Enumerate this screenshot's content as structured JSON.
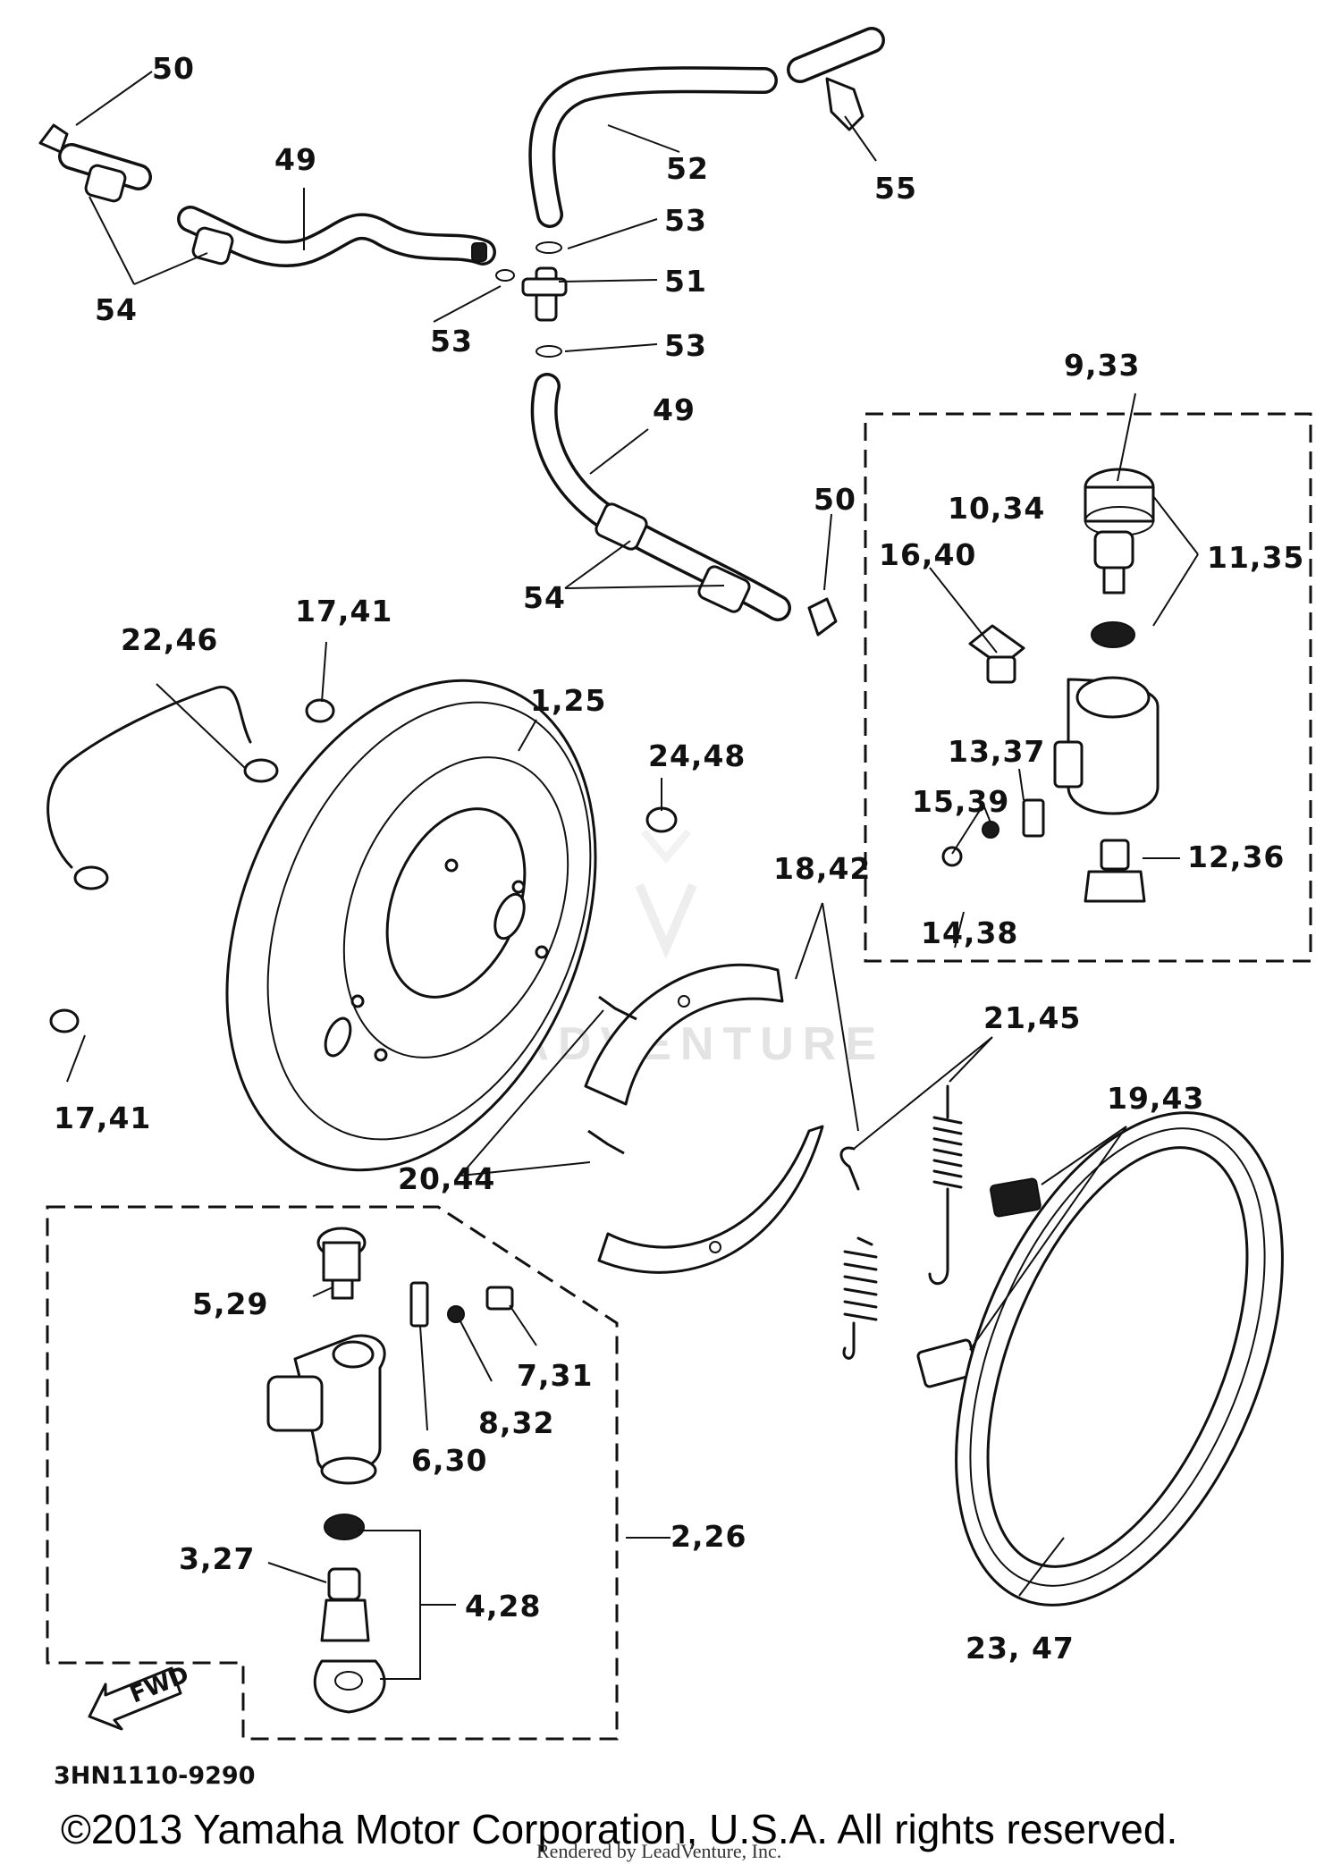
{
  "diagram": {
    "callouts": [
      {
        "id": "c50a",
        "text": "50"
      },
      {
        "id": "c49a",
        "text": "49"
      },
      {
        "id": "c52",
        "text": "52"
      },
      {
        "id": "c55",
        "text": "55"
      },
      {
        "id": "c53a",
        "text": "53"
      },
      {
        "id": "c51",
        "text": "51"
      },
      {
        "id": "c53b",
        "text": "53"
      },
      {
        "id": "c53c",
        "text": "53"
      },
      {
        "id": "c54a",
        "text": "54"
      },
      {
        "id": "c933",
        "text": "9,33"
      },
      {
        "id": "c49b",
        "text": "49"
      },
      {
        "id": "c50b",
        "text": "50"
      },
      {
        "id": "c1034",
        "text": "10,34"
      },
      {
        "id": "c1135",
        "text": "11,35"
      },
      {
        "id": "c1640",
        "text": "16,40"
      },
      {
        "id": "c54b",
        "text": "54"
      },
      {
        "id": "c1741a",
        "text": "17,41"
      },
      {
        "id": "c2246",
        "text": "22,46"
      },
      {
        "id": "c125",
        "text": "1,25"
      },
      {
        "id": "c2448",
        "text": "24,48"
      },
      {
        "id": "c1337",
        "text": "13,37"
      },
      {
        "id": "c1539",
        "text": "15,39"
      },
      {
        "id": "c1236",
        "text": "12,36"
      },
      {
        "id": "c1842",
        "text": "18,42"
      },
      {
        "id": "c1438",
        "text": "14,38"
      },
      {
        "id": "c2145",
        "text": "21,45"
      },
      {
        "id": "c1741b",
        "text": "17,41"
      },
      {
        "id": "c1943",
        "text": "19,43"
      },
      {
        "id": "c2044",
        "text": "20,44"
      },
      {
        "id": "c529",
        "text": "5,29"
      },
      {
        "id": "c731",
        "text": "7,31"
      },
      {
        "id": "c832",
        "text": "8,32"
      },
      {
        "id": "c630",
        "text": "6,30"
      },
      {
        "id": "c226",
        "text": "2,26"
      },
      {
        "id": "c327",
        "text": "3,27"
      },
      {
        "id": "c428",
        "text": "4,28"
      },
      {
        "id": "c2347",
        "text": "23, 47"
      }
    ],
    "fwd_label": "FWD",
    "diagram_code": "3HN1110-9290",
    "watermark": "LEADVENTURE",
    "copyright": "©2013 Yamaha Motor Corporation, U.S.A. All rights reserved.",
    "rendered_by": "Rendered by LeadVenture, Inc."
  }
}
